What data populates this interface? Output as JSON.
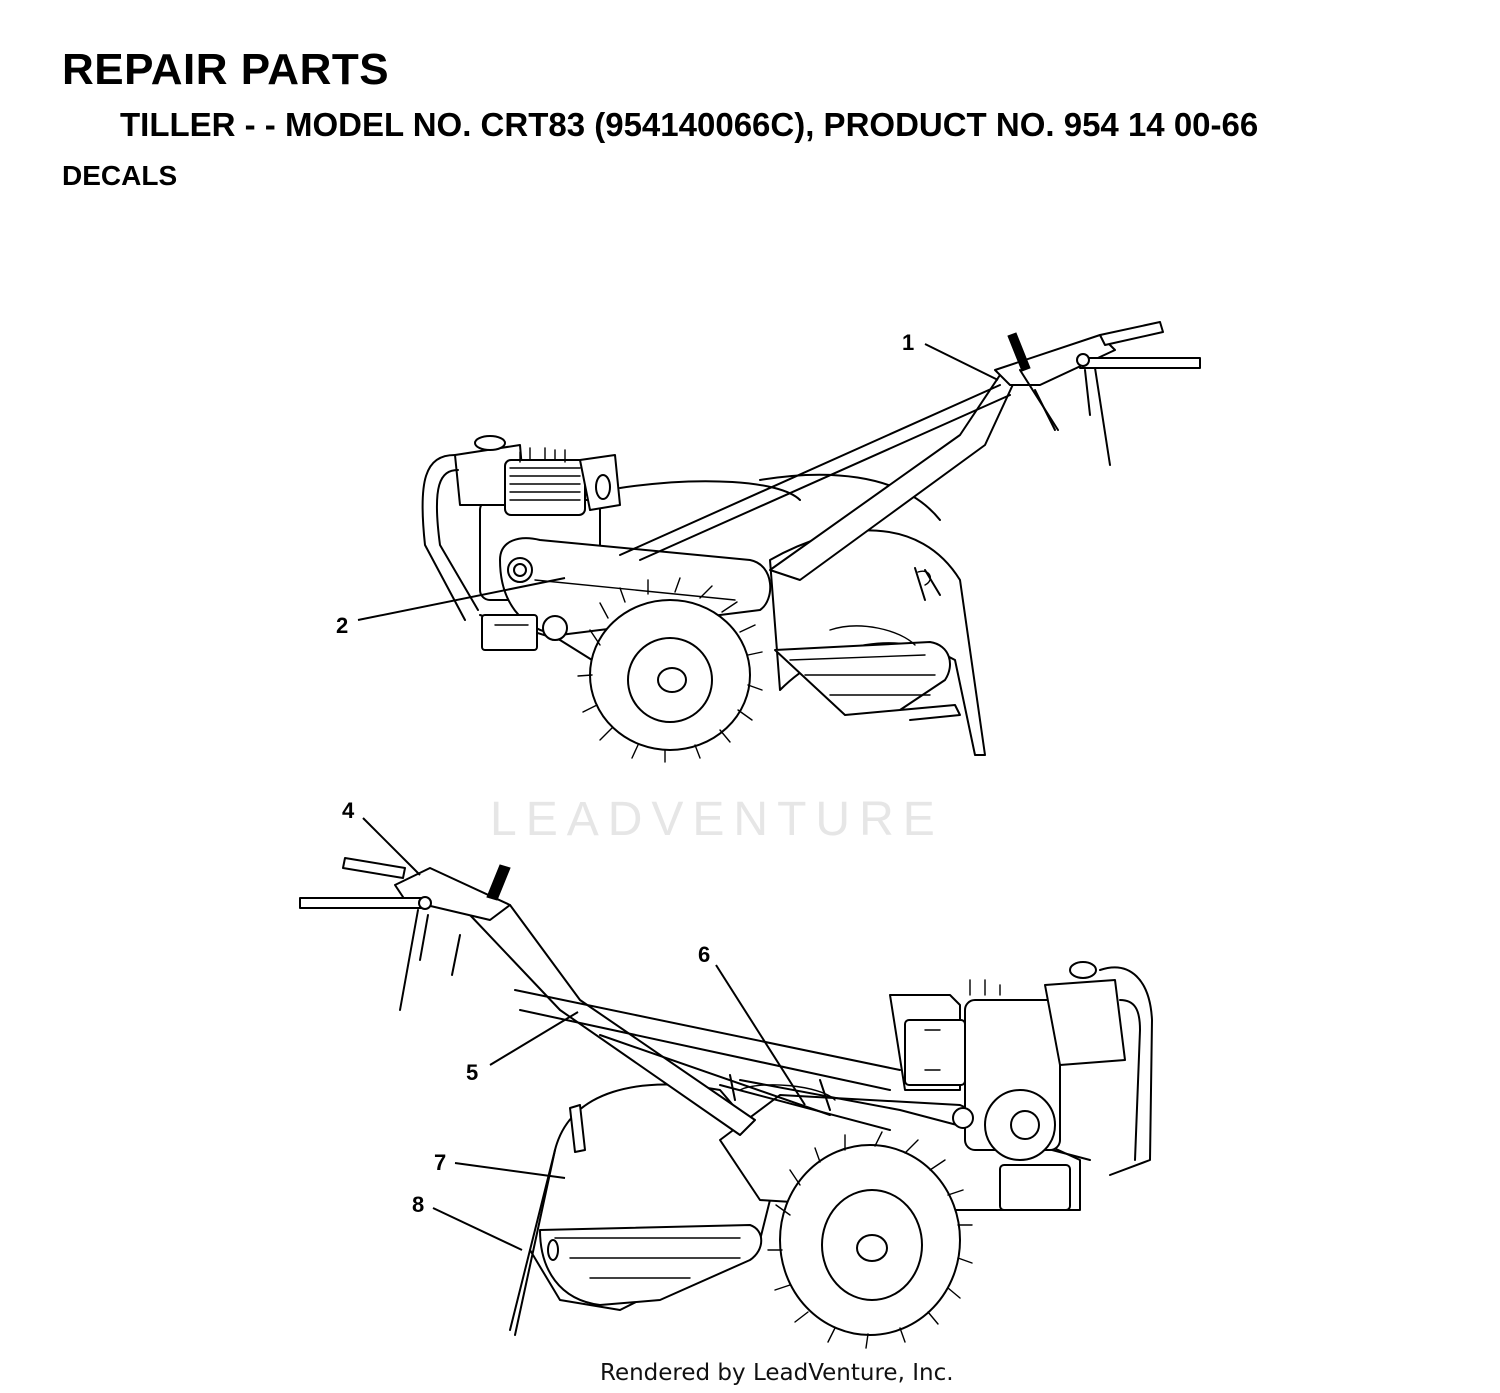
{
  "header": {
    "title": "REPAIR PARTS",
    "subtitle": "TILLER - - MODEL NO. CRT83 (954140066C), PRODUCT NO. 954 14 00-66",
    "section": "DECALS"
  },
  "callouts": [
    "1",
    "2",
    "4",
    "5",
    "6",
    "7",
    "8"
  ],
  "watermark": "LEADVENTURE",
  "footer": "Rendered by LeadVenture, Inc."
}
